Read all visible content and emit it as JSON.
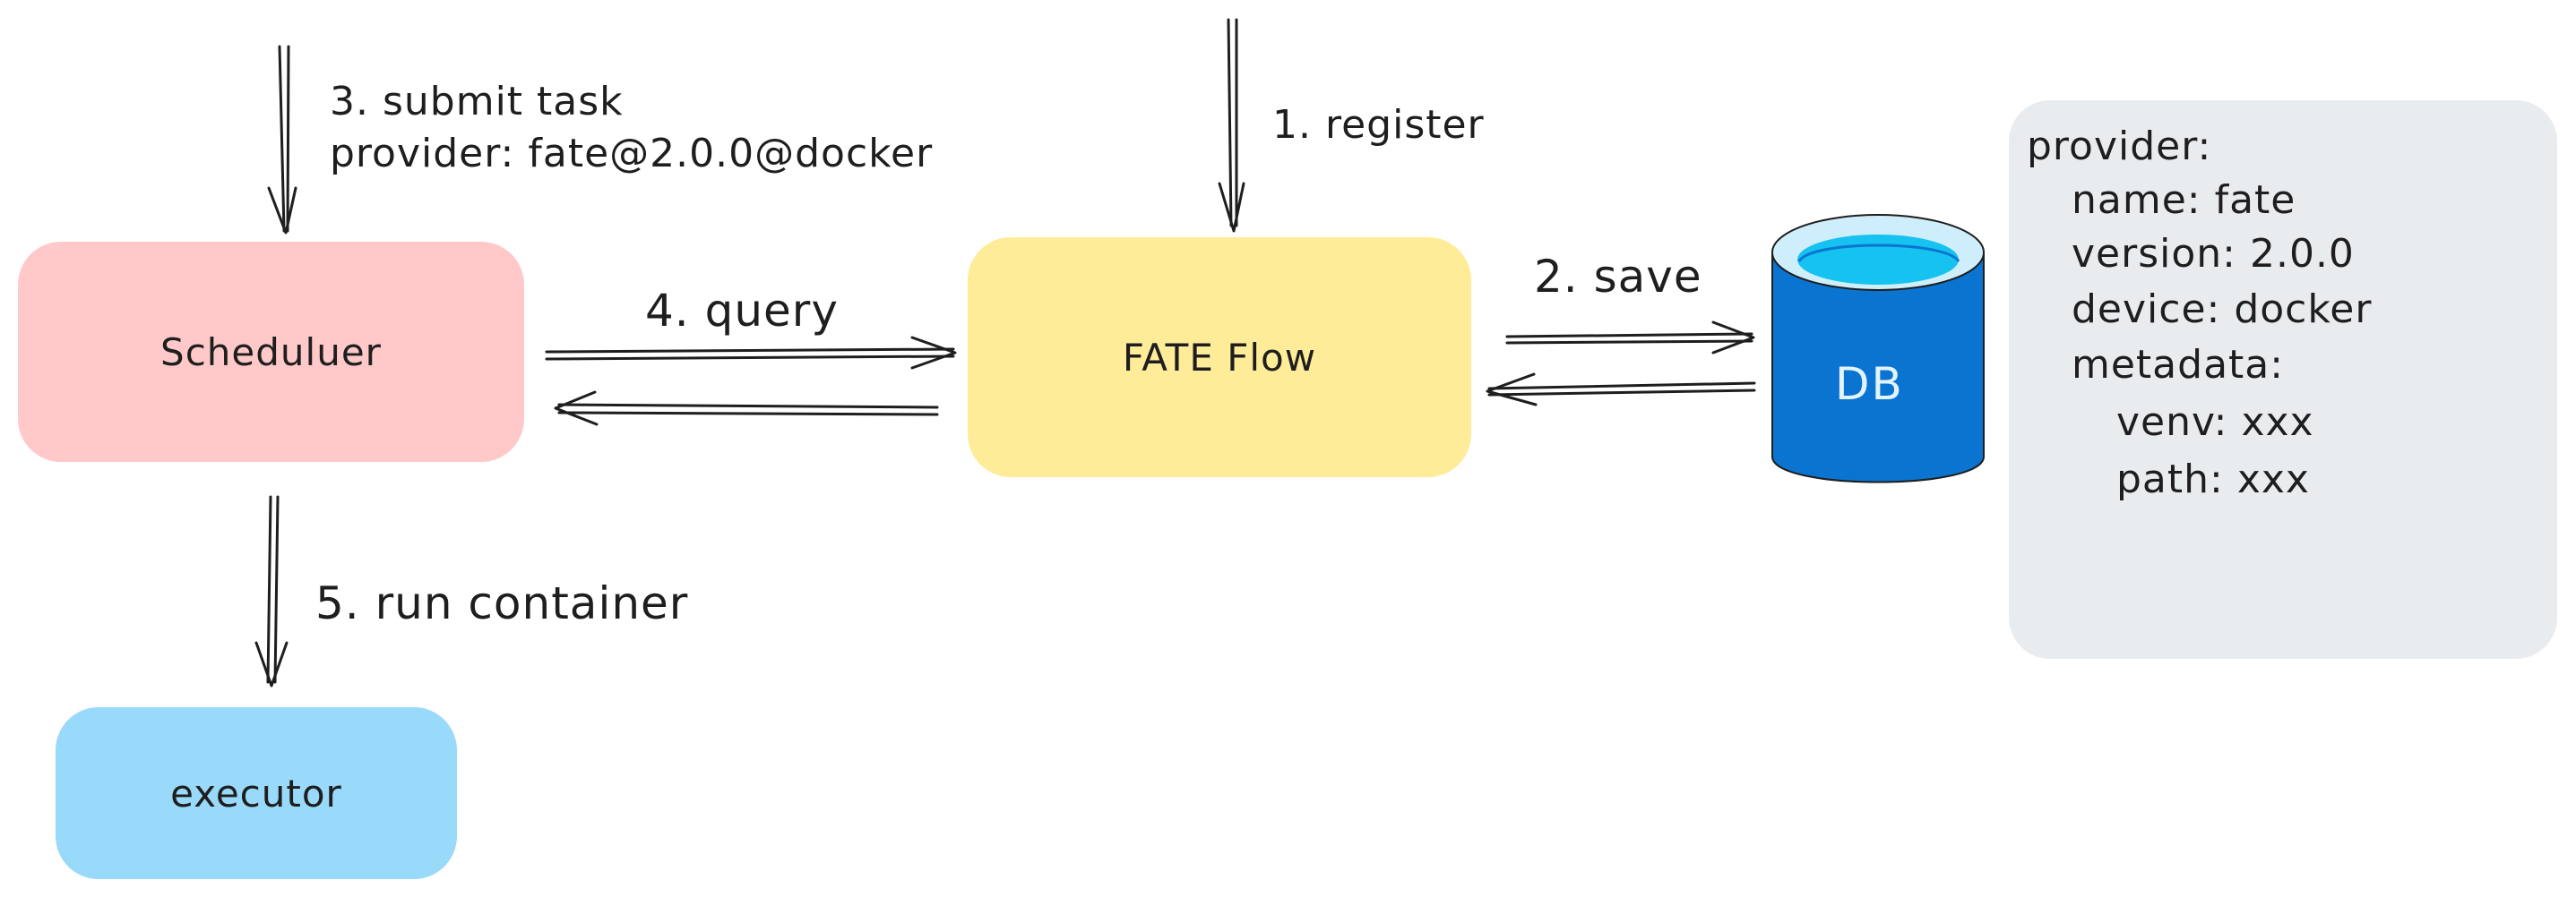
{
  "nodes": {
    "scheduler": "Scheduluer",
    "fate_flow": "FATE Flow",
    "executor": "executor",
    "db": "DB"
  },
  "edges": {
    "register": "1. register",
    "save": "2. save",
    "submit_task": "3. submit task",
    "submit_provider": "provider: fate@2.0.0@docker",
    "query": "4. query",
    "run_container": "5. run container"
  },
  "provider_card": {
    "lines": [
      "provider:",
      "name: fate",
      "version: 2.0.0",
      "device: docker",
      "metadata:",
      "venv: xxx",
      "path: xxx"
    ]
  },
  "colors": {
    "scheduler": "#ffc9c9",
    "fate_flow": "#ffec99",
    "executor": "#99d9fa",
    "db_body": "#0b74d1",
    "db_top": "#15c2f0",
    "card": "#e9ecef",
    "stroke": "#1e1e1e"
  }
}
